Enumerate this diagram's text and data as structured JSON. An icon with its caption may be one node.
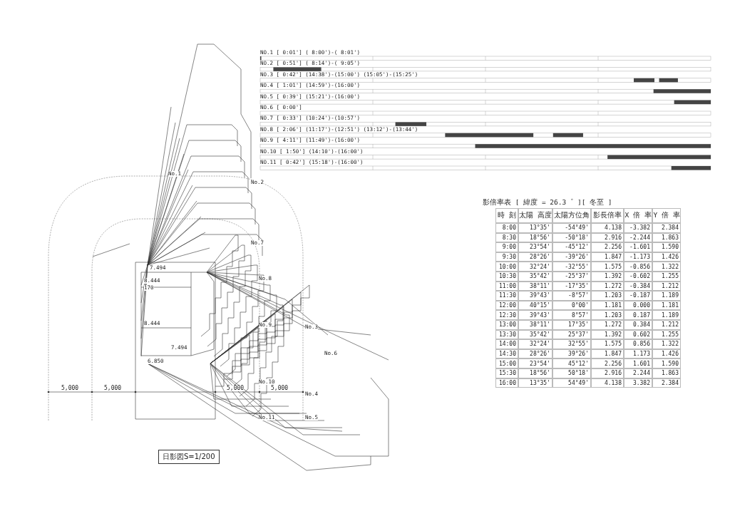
{
  "diagram": {
    "nodes": [
      {
        "text": [
          "日影図S=1/200"
        ]
      }
    ],
    "labels": [
      "影倍率表 [ 緯度 = 26.3゜ ][ 冬至 ]",
      "時 刻",
      "太陽 高度",
      "太陽方位角",
      "影長倍率",
      "X 倍 率",
      "Y 倍 率",
      "8:00",
      "13°35'",
      "-54°49'",
      "4.138",
      "-3.382",
      "2.384",
      "8:30",
      "18°56'",
      "-50°18'",
      "2.916",
      "-2.244",
      "1.863",
      "9:00",
      "23°54'",
      "-45°12'",
      "2.256",
      "-1.601",
      "1.590",
      "9:30",
      "28°26'",
      "-39°26'",
      "1.847",
      "-1.173",
      "1.426",
      "10:00",
      "32°24'",
      "-32°55'",
      "1.575",
      "-0.856",
      "1.322",
      "10:30",
      "35°42'",
      "-25°37'",
      "1.392",
      "-0.602",
      "1.255",
      "11:00",
      "38°11'",
      "-17°35'",
      "1.272",
      "-0.384",
      "1.212",
      "11:30",
      "39°43'",
      "-8°57'",
      "1.203",
      "-0.187",
      "1.189",
      "12:00",
      "40°15'",
      "0°00'",
      "1.181",
      "0.000",
      "1.181",
      "12:30",
      "39°43'",
      "8°57'",
      "1.203",
      "0.187",
      "1.189",
      "13:00",
      "38°11'",
      "17°35'",
      "1.272",
      "0.384",
      "1.212",
      "13:30",
      "35°42'",
      "25°37'",
      "1.392",
      "0.602",
      "1.255",
      "14:00",
      "32°24'",
      "32°55'",
      "1.575",
      "0.856",
      "1.322",
      "14:30",
      "28°26'",
      "39°26'",
      "1.847",
      "1.173",
      "1.426",
      "15:00",
      "23°54'",
      "45°12'",
      "2.256",
      "1.601",
      "1.590",
      "15:30",
      "18°56'",
      "50°18'",
      "2.916",
      "2.244",
      "1.863",
      "16:00",
      "13°35'",
      "54°49'",
      "4.138",
      "3.382",
      "2.384",
      "NO.1 [ 0:01'] ( 8:00')-( 8:01')",
      "NO.2 [ 0:51'] ( 8:14')-( 9:05')",
      "NO.3 [ 0:42'] (14:38')-(15:00') (15:05')-(15:25')",
      "NO.4 [ 1:01'] (14:59')-(16:00')",
      "NO.5 [ 0:39'] (15:21')-(16:00')",
      "NO.6 [ 0:00']",
      "NO.7 [ 0:33'] (10:24')-(10:57')",
      "NO.8 [ 2:06'] (11:17')-(12:51') (13:12')-(13:44')",
      "NO.9 [ 4:11'] (11:49')-(16:00')",
      "NO.10 [ 1:50'] (14:10')-(16:00')",
      "NO.11 [ 0:42'] (15:18')-(16:00')",
      "No.1",
      "No.2",
      "No.3",
      "No.4",
      "No.5",
      "No.6",
      "No.7",
      "No.8",
      "No.9",
      "No.10",
      "No.11",
      "5,000",
      "5,000",
      "5,000",
      "5,000",
      "7.494",
      "8.444",
      "170",
      "8.444",
      "7.494",
      "6.850"
    ]
  }
}
